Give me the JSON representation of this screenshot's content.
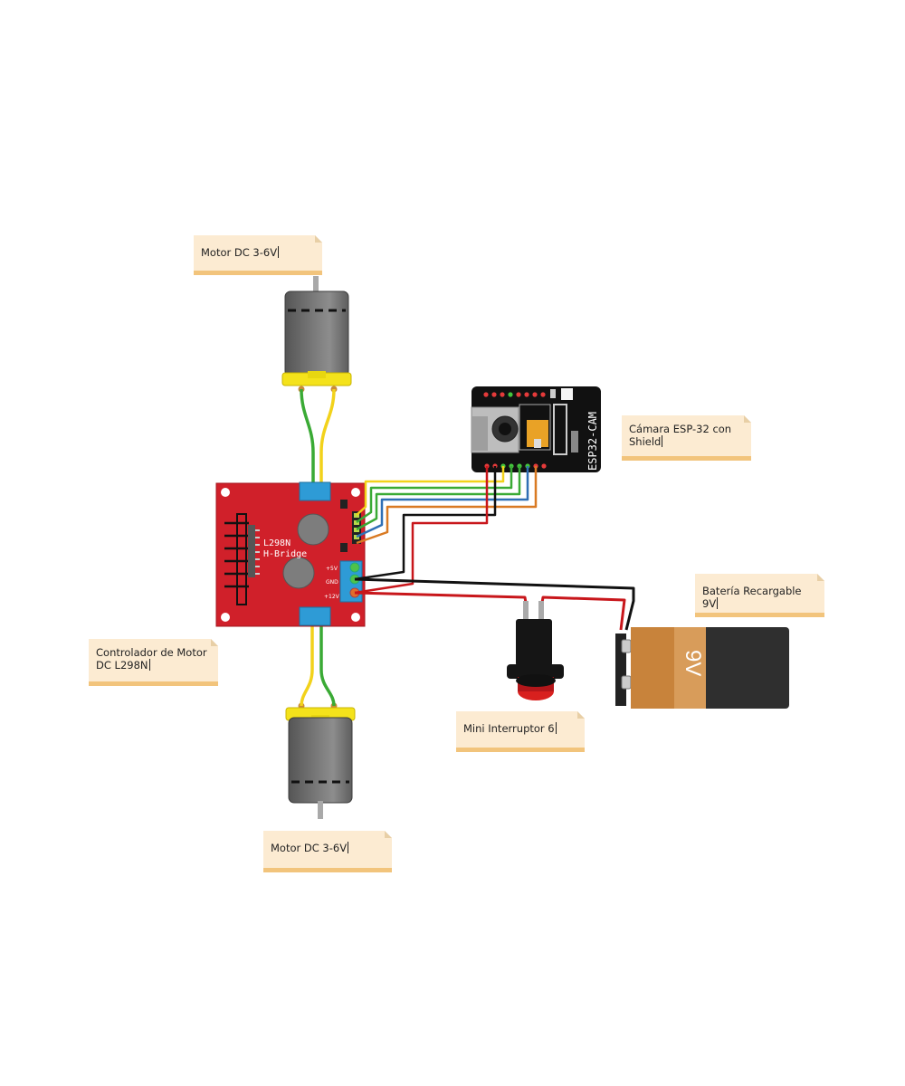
{
  "labels": {
    "motor_top": "Motor DC 3-6V",
    "motor_bottom": "Motor DC 3-6V",
    "camera": "Cámara ESP-32 con Shield",
    "battery": "Batería Recargable 9V",
    "driver": "Controlador de Motor DC L298N",
    "switch": "Mini Interruptor 6"
  },
  "driver_board": {
    "chip_line1": "L298N",
    "chip_line2": "H-Bridge",
    "pin_5v": "+5V",
    "pin_gnd": "GND",
    "pin_12v": "+12V"
  },
  "esp32": {
    "silkscreen": "ESP32-CAM"
  },
  "battery_body": {
    "voltage": "9V"
  },
  "colors": {
    "board_red": "#d0202a",
    "terminal_blue": "#2e9bd6",
    "wire_red": "#c8161b",
    "wire_black": "#111111",
    "wire_green": "#3aaa35",
    "wire_yellow": "#f2d21b",
    "wire_blue": "#2f6fb5",
    "wire_orange": "#d97a23",
    "note_fill": "#fcebd2",
    "note_border": "#f2c47c"
  }
}
